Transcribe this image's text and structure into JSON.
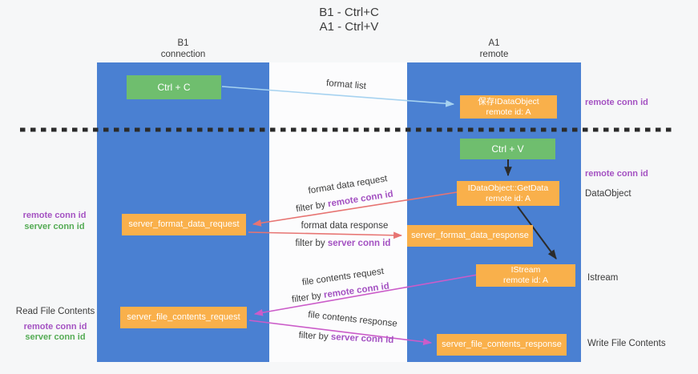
{
  "title": {
    "line1": "B1 - Ctrl+C",
    "line2": "A1 - Ctrl+V"
  },
  "lanes": {
    "left": {
      "name": "B1",
      "role": "connection"
    },
    "right": {
      "name": "A1",
      "role": "remote"
    }
  },
  "nodes": {
    "ctrl_c": {
      "label": "Ctrl + C"
    },
    "save_dataobject": {
      "line1": "保存IDataObject",
      "line2": "remote id: A"
    },
    "ctrl_v": {
      "label": "Ctrl + V"
    },
    "getdata": {
      "line1": "IDataObject::GetData",
      "line2": "remote id: A"
    },
    "format_request": {
      "label": "server_format_data_request"
    },
    "format_response": {
      "label": "server_format_data_response"
    },
    "istream": {
      "line1": "IStream",
      "line2": "remote id: A"
    },
    "file_request": {
      "label": "server_file_contents_request"
    },
    "file_response": {
      "label": "server_file_contents_response"
    }
  },
  "flows": {
    "format_list": {
      "label": "format list"
    },
    "format_request": {
      "line1": "format data request",
      "filter_prefix": "filter by ",
      "filter_key": "remote conn id"
    },
    "format_response": {
      "line1": "format data response",
      "filter_prefix": "filter by ",
      "filter_key": "server conn id"
    },
    "file_request": {
      "line1": "file contents request",
      "filter_prefix": "filter by ",
      "filter_key": "remote conn id"
    },
    "file_response": {
      "line1": "file contents response",
      "filter_prefix": "filter by ",
      "filter_key": "server conn id"
    }
  },
  "side_labels": {
    "saved_remote_conn_id": "remote conn id",
    "paste_remote_conn_id": "remote conn id",
    "dataobject": "DataObject",
    "istream": "Istream",
    "write_file_contents": "Write File Contents",
    "read_file_contents": "Read File Contents",
    "left_remote_conn_id": "remote conn id",
    "left_server_conn_id": "server conn id",
    "left_remote_conn_id_2": "remote conn id",
    "left_server_conn_id_2": "server conn id"
  },
  "colors": {
    "lane_blue": "#4a80d2",
    "node_orange": "#f9b04b",
    "node_green": "#6fbe6e",
    "purple_label": "#a452c2",
    "green_label": "#54ab54",
    "salmon_arrow": "#e77472",
    "magenta_arrow": "#cb5cc9",
    "blue_arrow": "#a6d2f0",
    "black_arrow": "#2b2b2b"
  }
}
